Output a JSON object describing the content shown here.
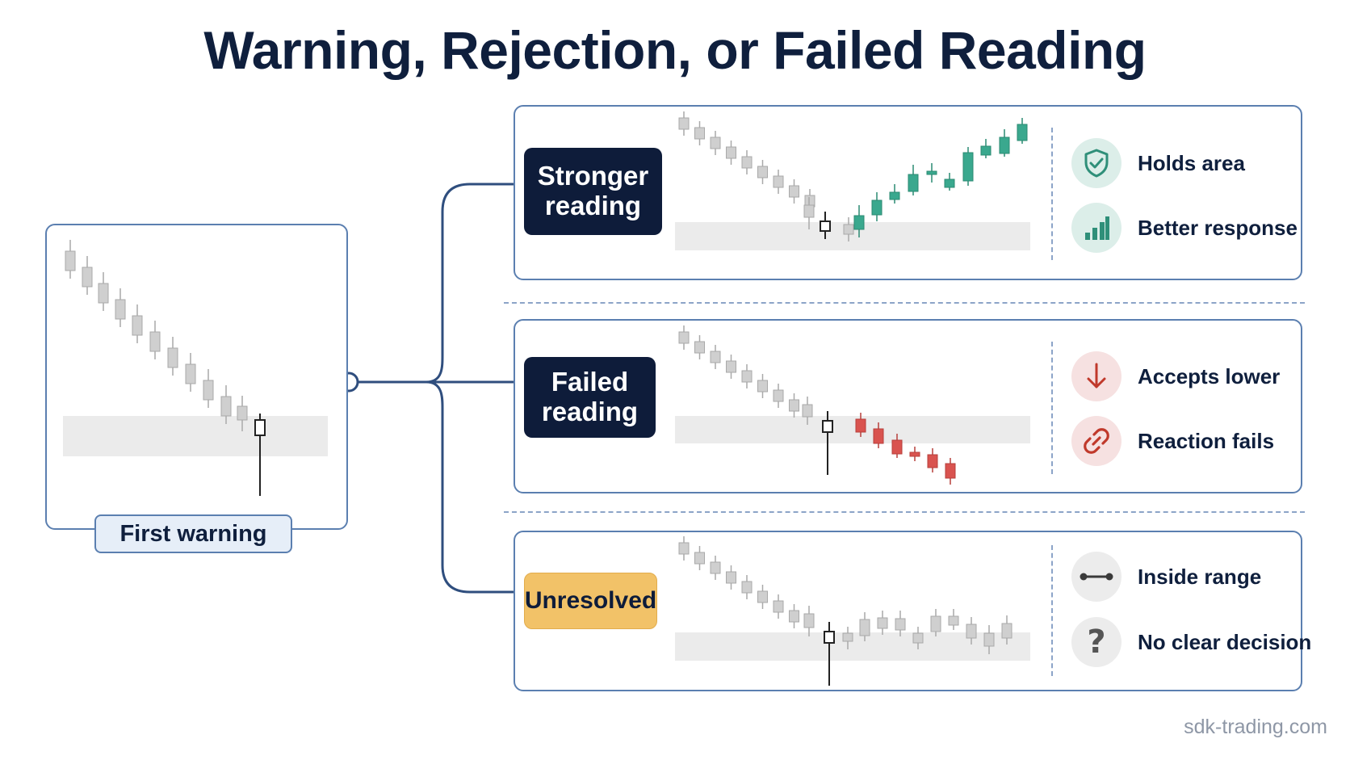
{
  "title": "Warning, Rejection, or Failed Reading",
  "first_warning_label": "First warning",
  "scenarios": [
    {
      "id": "stronger",
      "label_lines": [
        "Stronger",
        "reading"
      ],
      "style": "dark",
      "outcomes": [
        {
          "icon": "shield-check-icon",
          "text": "Holds area"
        },
        {
          "icon": "bar-chart-icon",
          "text": "Better response"
        }
      ]
    },
    {
      "id": "failed",
      "label_lines": [
        "Failed",
        "reading"
      ],
      "style": "dark",
      "outcomes": [
        {
          "icon": "arrow-down-icon",
          "text": "Accepts lower"
        },
        {
          "icon": "broken-link-icon",
          "text": "Reaction fails"
        }
      ]
    },
    {
      "id": "unresolved",
      "label_lines": [
        "Unresolved"
      ],
      "style": "gold",
      "outcomes": [
        {
          "icon": "range-line-icon",
          "text": "Inside range"
        },
        {
          "icon": "question-icon",
          "text": "No clear decision"
        }
      ]
    }
  ],
  "colors": {
    "navy": "#0e1c3a",
    "panel_border": "#5b7fb0",
    "gold": "#f2c268",
    "bull_green": "#3aa88e",
    "bear_red": "#d9534f",
    "neutral_candle": "#cfcfcf",
    "zone": "#ebebeb"
  },
  "watermark": "sdk-trading.com"
}
